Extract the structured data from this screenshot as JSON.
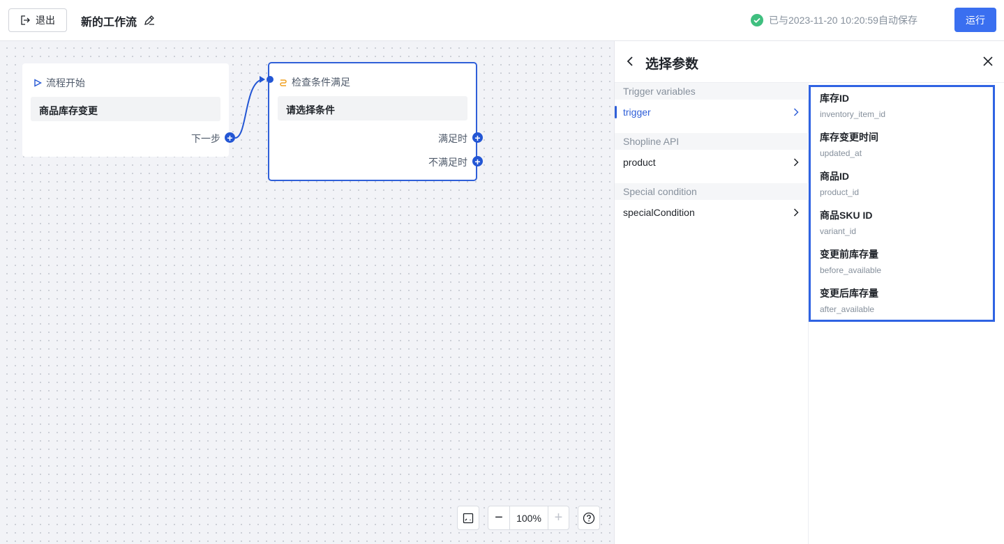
{
  "header": {
    "exit_label": "退出",
    "workflow_title": "新的工作流",
    "save_status": "已与2023-11-20 10:20:59自动保存",
    "run_label": "运行"
  },
  "canvas": {
    "start_node": {
      "title": "流程开始",
      "body": "商品库存变更",
      "next_label": "下一步"
    },
    "condition_node": {
      "title": "检查条件满足",
      "body": "请选择条件",
      "true_label": "满足时",
      "false_label": "不满足时"
    },
    "zoom_value": "100%"
  },
  "panel": {
    "title": "选择参数",
    "groups": [
      {
        "label": "Trigger variables",
        "item": "trigger",
        "active": true
      },
      {
        "label": "Shopline API",
        "item": "product",
        "active": false
      },
      {
        "label": "Special condition",
        "item": "specialCondition",
        "active": false
      }
    ],
    "fields": [
      {
        "name": "库存ID",
        "key": "inventory_item_id"
      },
      {
        "name": "库存变更时间",
        "key": "updated_at"
      },
      {
        "name": "商品ID",
        "key": "product_id"
      },
      {
        "name": "商品SKU ID",
        "key": "variant_id"
      },
      {
        "name": "变更前库存量",
        "key": "before_available"
      },
      {
        "name": "变更后库存量",
        "key": "after_available"
      }
    ]
  },
  "colors": {
    "primary": "#3a6ff0",
    "node_blue": "#2356d4",
    "success_green": "#3fbf7f",
    "condition_icon_orange": "#f0a020"
  }
}
